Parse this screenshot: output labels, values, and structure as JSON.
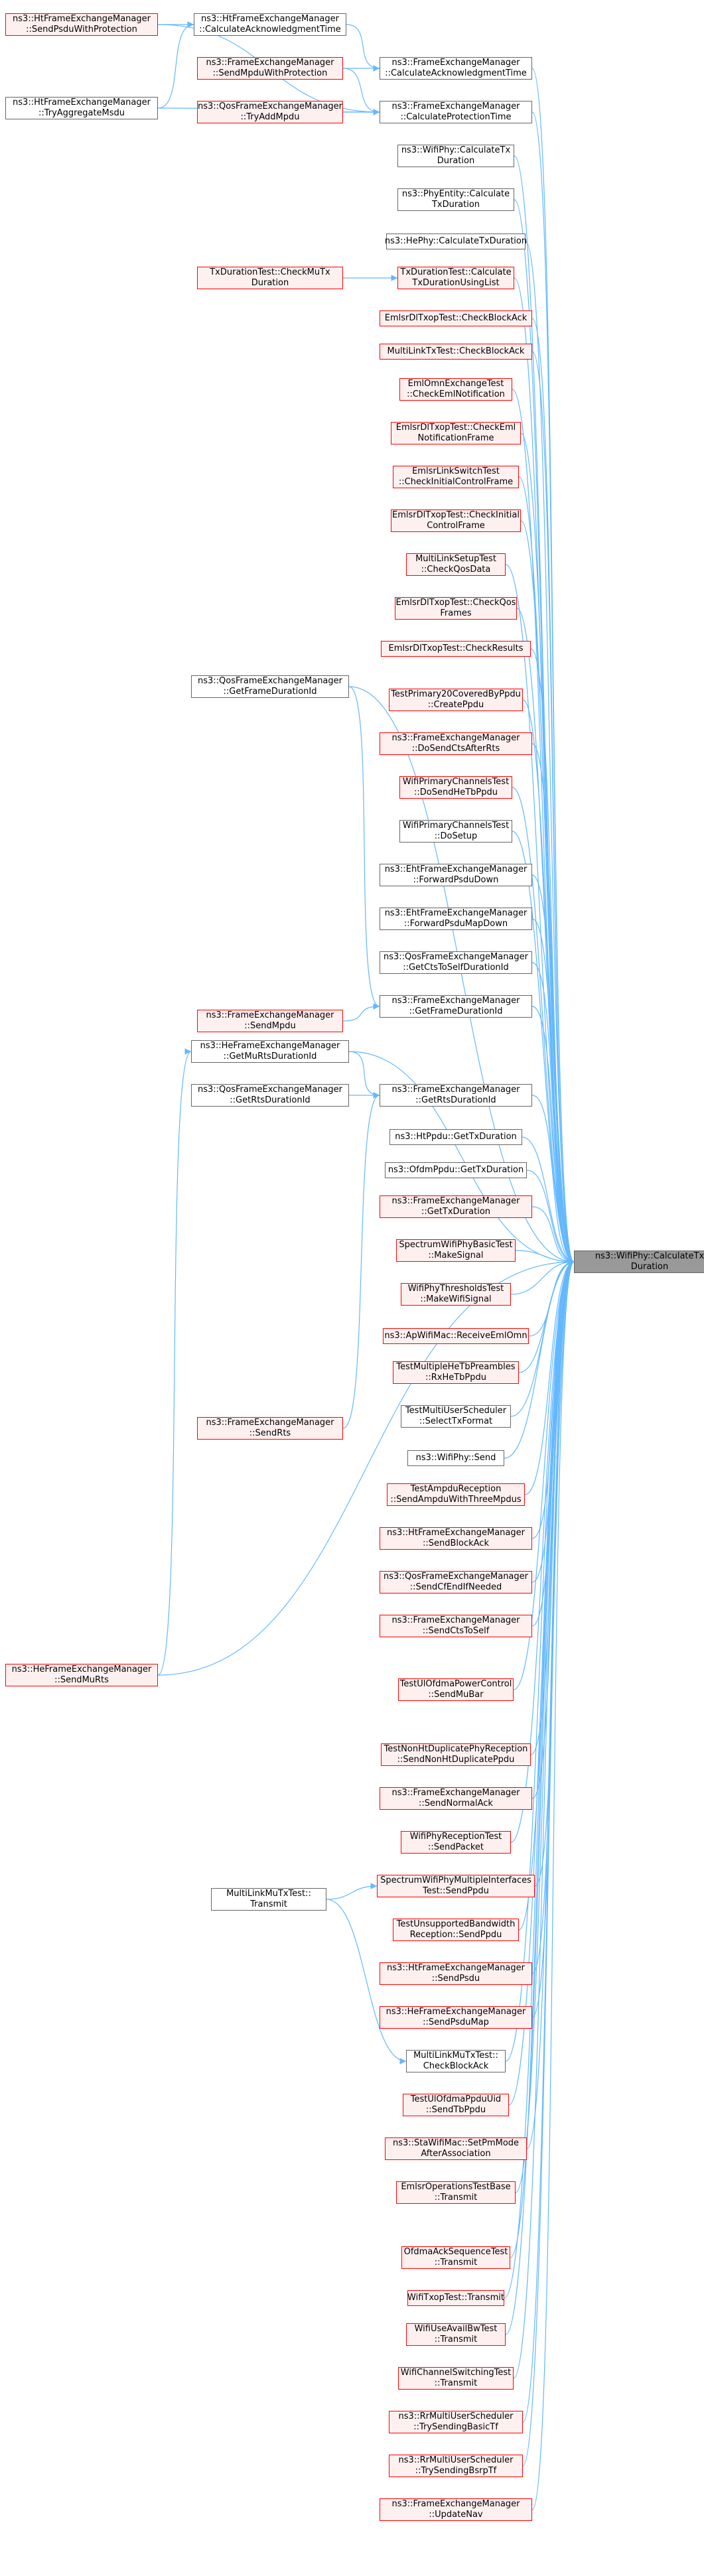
{
  "root": {
    "label": "ns3::WifiPhy::CalculateTx\nDuration"
  },
  "nodes": [
    {
      "id": "n1",
      "label": "ns3::HtFrameExchangeManager\n::SendPsduWithProtection",
      "style": "red"
    },
    {
      "id": "n2",
      "label": "ns3::HtFrameExchangeManager\n::CalculateAcknowledgmentTime",
      "style": "gray"
    },
    {
      "id": "n3",
      "label": "ns3::HtFrameExchangeManager\n::TryAggregateMsdu",
      "style": "gray"
    },
    {
      "id": "n4",
      "label": "ns3::FrameExchangeManager\n::SendMpduWithProtection",
      "style": "red"
    },
    {
      "id": "n5",
      "label": "ns3::FrameExchangeManager\n::CalculateAcknowledgmentTime",
      "style": "gray"
    },
    {
      "id": "n6",
      "label": "ns3::QosFrameExchangeManager\n::TryAddMpdu",
      "style": "red"
    },
    {
      "id": "n7",
      "label": "ns3::FrameExchangeManager\n::CalculateProtectionTime",
      "style": "gray"
    },
    {
      "id": "n8",
      "label": "ns3::WifiPhy::CalculateTx\nDuration",
      "style": "gray"
    },
    {
      "id": "n9",
      "label": "ns3::PhyEntity::Calculate\nTxDuration",
      "style": "gray"
    },
    {
      "id": "n10",
      "label": "ns3::HePhy::CalculateTxDuration",
      "style": "gray"
    },
    {
      "id": "n11",
      "label": "TxDurationTest::CheckMuTx\nDuration",
      "style": "red"
    },
    {
      "id": "n12",
      "label": "TxDurationTest::Calculate\nTxDurationUsingList",
      "style": "red"
    },
    {
      "id": "n13",
      "label": "EmlsrDlTxopTest::CheckBlockAck",
      "style": "red"
    },
    {
      "id": "n14",
      "label": "MultiLinkTxTest::CheckBlockAck",
      "style": "red"
    },
    {
      "id": "n15",
      "label": "EmlOmnExchangeTest\n::CheckEmlNotification",
      "style": "red"
    },
    {
      "id": "n16",
      "label": "EmlsrDlTxopTest::CheckEml\nNotificationFrame",
      "style": "red"
    },
    {
      "id": "n17",
      "label": "EmlsrLinkSwitchTest\n::CheckInitialControlFrame",
      "style": "red"
    },
    {
      "id": "n18",
      "label": "EmlsrDlTxopTest::CheckInitial\nControlFrame",
      "style": "red"
    },
    {
      "id": "n19",
      "label": "MultiLinkSetupTest\n::CheckQosData",
      "style": "red"
    },
    {
      "id": "n20",
      "label": "EmlsrDlTxopTest::CheckQos\nFrames",
      "style": "red"
    },
    {
      "id": "n21",
      "label": "EmlsrDlTxopTest::CheckResults",
      "style": "red"
    },
    {
      "id": "n22",
      "label": "ns3::QosFrameExchangeManager\n::GetFrameDurationId",
      "style": "gray"
    },
    {
      "id": "n23",
      "label": "TestPrimary20CoveredByPpdu\n::CreatePpdu",
      "style": "red"
    },
    {
      "id": "n24",
      "label": "ns3::FrameExchangeManager\n::DoSendCtsAfterRts",
      "style": "red"
    },
    {
      "id": "n25",
      "label": "WifiPrimaryChannelsTest\n::DoSendHeTbPpdu",
      "style": "red"
    },
    {
      "id": "n26",
      "label": "WifiPrimaryChannelsTest\n::DoSetup",
      "style": "gray"
    },
    {
      "id": "n27",
      "label": "ns3::EhtFrameExchangeManager\n::ForwardPsduDown",
      "style": "gray"
    },
    {
      "id": "n28",
      "label": "ns3::EhtFrameExchangeManager\n::ForwardPsduMapDown",
      "style": "gray"
    },
    {
      "id": "n29",
      "label": "ns3::QosFrameExchangeManager\n::GetCtsToSelfDurationId",
      "style": "gray"
    },
    {
      "id": "n30",
      "label": "ns3::FrameExchangeManager\n::SendMpdu",
      "style": "red"
    },
    {
      "id": "n31",
      "label": "ns3::FrameExchangeManager\n::GetFrameDurationId",
      "style": "gray"
    },
    {
      "id": "n32",
      "label": "ns3::HeFrameExchangeManager\n::GetMuRtsDurationId",
      "style": "gray"
    },
    {
      "id": "n33",
      "label": "ns3::QosFrameExchangeManager\n::GetRtsDurationId",
      "style": "gray"
    },
    {
      "id": "n34",
      "label": "ns3::FrameExchangeManager\n::GetRtsDurationId",
      "style": "gray"
    },
    {
      "id": "n35",
      "label": "ns3::HtPpdu::GetTxDuration",
      "style": "gray"
    },
    {
      "id": "n36",
      "label": "ns3::OfdmPpdu::GetTxDuration",
      "style": "gray"
    },
    {
      "id": "n37",
      "label": "ns3::FrameExchangeManager\n::GetTxDuration",
      "style": "red"
    },
    {
      "id": "n38",
      "label": "SpectrumWifiPhyBasicTest\n::MakeSignal",
      "style": "red"
    },
    {
      "id": "n39",
      "label": "WifiPhyThresholdsTest\n::MakeWifiSignal",
      "style": "red"
    },
    {
      "id": "n40",
      "label": "ns3::ApWifiMac::ReceiveEmlOmn",
      "style": "red"
    },
    {
      "id": "n41",
      "label": "TestMultipleHeTbPreambles\n::RxHeTbPpdu",
      "style": "red"
    },
    {
      "id": "n42",
      "label": "ns3::FrameExchangeManager\n::SendRts",
      "style": "red"
    },
    {
      "id": "n43",
      "label": "TestMultiUserScheduler\n::SelectTxFormat",
      "style": "gray"
    },
    {
      "id": "n44",
      "label": "ns3::WifiPhy::Send",
      "style": "gray"
    },
    {
      "id": "n45",
      "label": "TestAmpduReception\n::SendAmpduWithThreeMpdus",
      "style": "red"
    },
    {
      "id": "n46",
      "label": "ns3::HtFrameExchangeManager\n::SendBlockAck",
      "style": "red"
    },
    {
      "id": "n47",
      "label": "ns3::QosFrameExchangeManager\n::SendCfEndIfNeeded",
      "style": "red"
    },
    {
      "id": "n48",
      "label": "ns3::HeFrameExchangeManager\n::SendMuRts",
      "style": "red"
    },
    {
      "id": "n49",
      "label": "ns3::FrameExchangeManager\n::SendCtsToSelf",
      "style": "red"
    },
    {
      "id": "n50",
      "label": "TestUlOfdmaPowerControl\n::SendMuBar",
      "style": "red"
    },
    {
      "id": "n51",
      "label": "TestNonHtDuplicatePhyReception\n::SendNonHtDuplicatePpdu",
      "style": "red"
    },
    {
      "id": "n52",
      "label": "ns3::FrameExchangeManager\n::SendNormalAck",
      "style": "red"
    },
    {
      "id": "n53",
      "label": "WifiPhyReceptionTest\n::SendPacket",
      "style": "red"
    },
    {
      "id": "n54",
      "label": "MultiLinkMuTxTest::\nTransmit",
      "style": "gray"
    },
    {
      "id": "n55",
      "label": "SpectrumWifiPhyMultipleInterfaces\nTest::SendPpdu",
      "style": "red"
    },
    {
      "id": "n56",
      "label": "TestUnsupportedBandwidth\nReception::SendPpdu",
      "style": "red"
    },
    {
      "id": "n57",
      "label": "ns3::HtFrameExchangeManager\n::SendPsdu",
      "style": "red"
    },
    {
      "id": "n58",
      "label": "ns3::HeFrameExchangeManager\n::SendPsduMap",
      "style": "red"
    },
    {
      "id": "n59",
      "label": "MultiLinkMuTxTest::\nCheckBlockAck",
      "style": "gray"
    },
    {
      "id": "n60",
      "label": "TestUlOfdmaPpduUid\n::SendTbPpdu",
      "style": "red"
    },
    {
      "id": "n61",
      "label": "ns3::StaWifiMac::SetPmMode\nAfterAssociation",
      "style": "red"
    },
    {
      "id": "n62",
      "label": "EmlsrOperationsTestBase\n::Transmit",
      "style": "red"
    },
    {
      "id": "n63",
      "label": "OfdmaAckSequenceTest\n::Transmit",
      "style": "red"
    },
    {
      "id": "n64",
      "label": "WifiTxopTest::Transmit",
      "style": "red"
    },
    {
      "id": "n65",
      "label": "WifiUseAvailBwTest\n::Transmit",
      "style": "red"
    },
    {
      "id": "n66",
      "label": "WifiChannelSwitchingTest\n::Transmit",
      "style": "red"
    },
    {
      "id": "n67",
      "label": "ns3::RrMultiUserScheduler\n::TrySendingBasicTf",
      "style": "red"
    },
    {
      "id": "n68",
      "label": "ns3::RrMultiUserScheduler\n::TrySendingBsrpTf",
      "style": "red"
    },
    {
      "id": "n69",
      "label": "ns3::FrameExchangeManager\n::UpdateNav",
      "style": "red"
    }
  ],
  "edges": [
    [
      "n1",
      "n2"
    ],
    [
      "n3",
      "n2"
    ],
    [
      "n2",
      "n5"
    ],
    [
      "n4",
      "n5"
    ],
    [
      "n5",
      "root"
    ],
    [
      "n1",
      "n7"
    ],
    [
      "n3",
      "n7"
    ],
    [
      "n6",
      "n7"
    ],
    [
      "n4",
      "n7"
    ],
    [
      "n7",
      "root"
    ],
    [
      "n8",
      "root"
    ],
    [
      "n9",
      "root"
    ],
    [
      "n10",
      "root"
    ],
    [
      "n11",
      "n12"
    ],
    [
      "n12",
      "root"
    ],
    [
      "n13",
      "root"
    ],
    [
      "n14",
      "root"
    ],
    [
      "n15",
      "root"
    ],
    [
      "n16",
      "root"
    ],
    [
      "n17",
      "root"
    ],
    [
      "n18",
      "root"
    ],
    [
      "n19",
      "root"
    ],
    [
      "n20",
      "root"
    ],
    [
      "n21",
      "root"
    ],
    [
      "n22",
      "n31"
    ],
    [
      "n23",
      "root"
    ],
    [
      "n24",
      "root"
    ],
    [
      "n25",
      "root"
    ],
    [
      "n26",
      "root"
    ],
    [
      "n27",
      "root"
    ],
    [
      "n28",
      "root"
    ],
    [
      "n29",
      "root"
    ],
    [
      "n30",
      "n31"
    ],
    [
      "n31",
      "root"
    ],
    [
      "n32",
      "n34"
    ],
    [
      "n33",
      "n34"
    ],
    [
      "n42",
      "n34"
    ],
    [
      "n34",
      "root"
    ],
    [
      "n35",
      "root"
    ],
    [
      "n36",
      "root"
    ],
    [
      "n37",
      "root"
    ],
    [
      "n38",
      "root"
    ],
    [
      "n39",
      "root"
    ],
    [
      "n40",
      "root"
    ],
    [
      "n41",
      "root"
    ],
    [
      "n43",
      "root"
    ],
    [
      "n44",
      "root"
    ],
    [
      "n45",
      "root"
    ],
    [
      "n46",
      "root"
    ],
    [
      "n47",
      "root"
    ],
    [
      "n48",
      "n32"
    ],
    [
      "n48",
      "root"
    ],
    [
      "n49",
      "root"
    ],
    [
      "n50",
      "root"
    ],
    [
      "n51",
      "root"
    ],
    [
      "n52",
      "root"
    ],
    [
      "n53",
      "root"
    ],
    [
      "n54",
      "n55"
    ],
    [
      "n54",
      "n59"
    ],
    [
      "n55",
      "root"
    ],
    [
      "n56",
      "root"
    ],
    [
      "n57",
      "root"
    ],
    [
      "n58",
      "root"
    ],
    [
      "n59",
      "root"
    ],
    [
      "n60",
      "root"
    ],
    [
      "n61",
      "root"
    ],
    [
      "n62",
      "root"
    ],
    [
      "n63",
      "root"
    ],
    [
      "n64",
      "root"
    ],
    [
      "n65",
      "root"
    ],
    [
      "n66",
      "root"
    ],
    [
      "n67",
      "root"
    ],
    [
      "n68",
      "root"
    ],
    [
      "n69",
      "root"
    ],
    [
      "n22",
      "root"
    ],
    [
      "n32",
      "root"
    ]
  ],
  "colors": {
    "edge": "#63b8ff",
    "red_border": "#ff0000",
    "red_fill": "#fff0f0",
    "gray_border": "#666666",
    "root_fill": "#999999"
  }
}
